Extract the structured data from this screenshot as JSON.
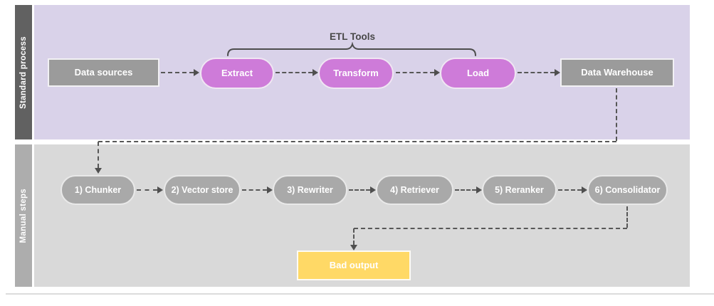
{
  "lanes": [
    {
      "label": "Standard process",
      "annotation": "ETL Tools",
      "nodes": [
        {
          "label": "Data sources",
          "type": "rect"
        },
        {
          "label": "Extract",
          "type": "pill"
        },
        {
          "label": "Transform",
          "type": "pill"
        },
        {
          "label": "Load",
          "type": "pill"
        },
        {
          "label": "Data Warehouse",
          "type": "rect"
        }
      ]
    },
    {
      "label": "Manual steps",
      "nodes": [
        {
          "label": "1) Chunker",
          "type": "pill"
        },
        {
          "label": "2) Vector store",
          "type": "pill"
        },
        {
          "label": "3) Rewriter",
          "type": "pill"
        },
        {
          "label": "4) Retriever",
          "type": "pill"
        },
        {
          "label": "5) Reranker",
          "type": "pill"
        },
        {
          "label": "6) Consolidator",
          "type": "pill"
        }
      ],
      "output_node": {
        "label": "Bad output",
        "type": "rect"
      }
    }
  ],
  "colors": {
    "lane1_bg": "#d9d2e9",
    "lane1_label_bg": "#616161",
    "lane2_bg": "#d9d9d9",
    "lane2_label_bg": "#adadad",
    "etl_pill": "#ce7bd9",
    "gray_node": "#9b9b9b",
    "manual_pill": "#a9a9a9",
    "bad_output_bg": "#ffd966",
    "connector": "#575757"
  }
}
